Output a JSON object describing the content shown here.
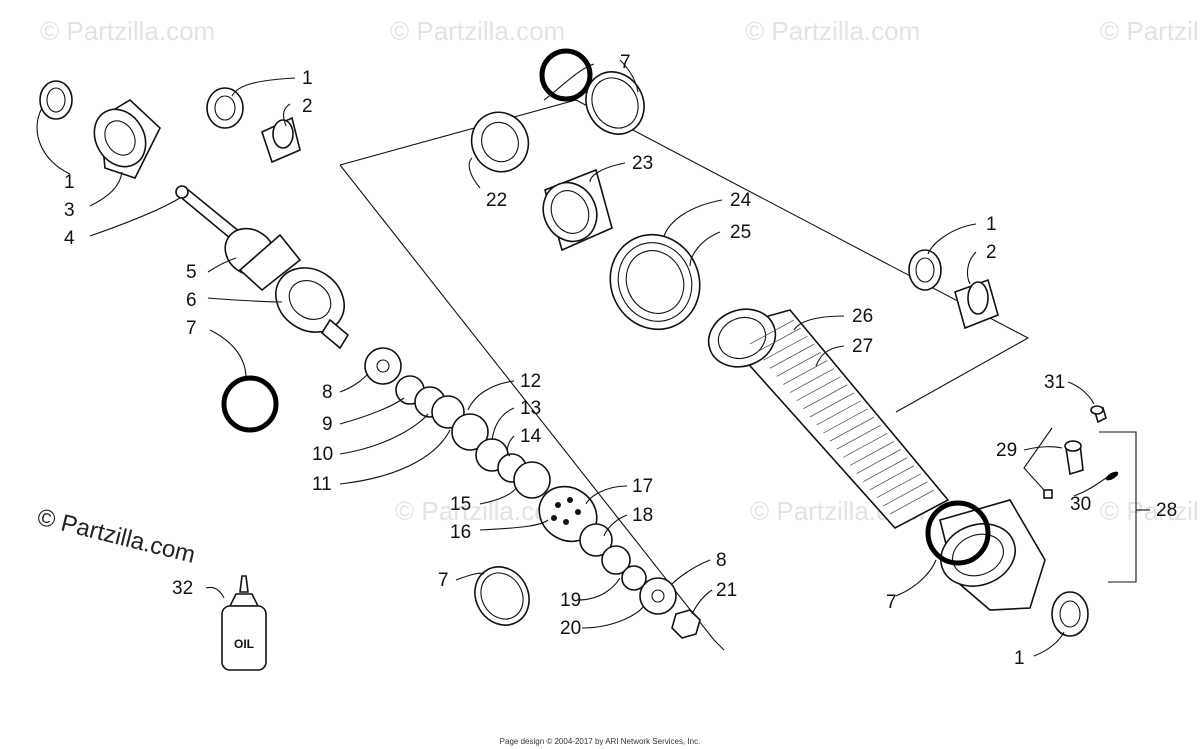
{
  "watermark": "© Partzilla.com",
  "oil_label": "OIL",
  "footer": "Page design © 2004-2017 by ARI Network Services, Inc.",
  "callouts": [
    {
      "id": "c1a",
      "text": "1"
    },
    {
      "id": "c2a",
      "text": "2"
    },
    {
      "id": "c1b",
      "text": "1"
    },
    {
      "id": "c3",
      "text": "3"
    },
    {
      "id": "c4",
      "text": "4"
    },
    {
      "id": "c5",
      "text": "5"
    },
    {
      "id": "c6",
      "text": "6"
    },
    {
      "id": "c7a",
      "text": "7"
    },
    {
      "id": "c8a",
      "text": "8"
    },
    {
      "id": "c9",
      "text": "9"
    },
    {
      "id": "c10",
      "text": "10"
    },
    {
      "id": "c11",
      "text": "11"
    },
    {
      "id": "c12",
      "text": "12"
    },
    {
      "id": "c13",
      "text": "13"
    },
    {
      "id": "c14",
      "text": "14"
    },
    {
      "id": "c15",
      "text": "15"
    },
    {
      "id": "c16",
      "text": "16"
    },
    {
      "id": "c17",
      "text": "17"
    },
    {
      "id": "c18",
      "text": "18"
    },
    {
      "id": "c7b",
      "text": "7"
    },
    {
      "id": "c8b",
      "text": "8"
    },
    {
      "id": "c19",
      "text": "19"
    },
    {
      "id": "c20",
      "text": "20"
    },
    {
      "id": "c21",
      "text": "21"
    },
    {
      "id": "c7c",
      "text": "7"
    },
    {
      "id": "c22",
      "text": "22"
    },
    {
      "id": "c23",
      "text": "23"
    },
    {
      "id": "c24",
      "text": "24"
    },
    {
      "id": "c25",
      "text": "25"
    },
    {
      "id": "c26",
      "text": "26"
    },
    {
      "id": "c27",
      "text": "27"
    },
    {
      "id": "c1c",
      "text": "1"
    },
    {
      "id": "c2b",
      "text": "2"
    },
    {
      "id": "c31",
      "text": "31"
    },
    {
      "id": "c29",
      "text": "29"
    },
    {
      "id": "c30",
      "text": "30"
    },
    {
      "id": "c28",
      "text": "28"
    },
    {
      "id": "c7d",
      "text": "7"
    },
    {
      "id": "c1d",
      "text": "1"
    },
    {
      "id": "c32",
      "text": "32"
    }
  ]
}
